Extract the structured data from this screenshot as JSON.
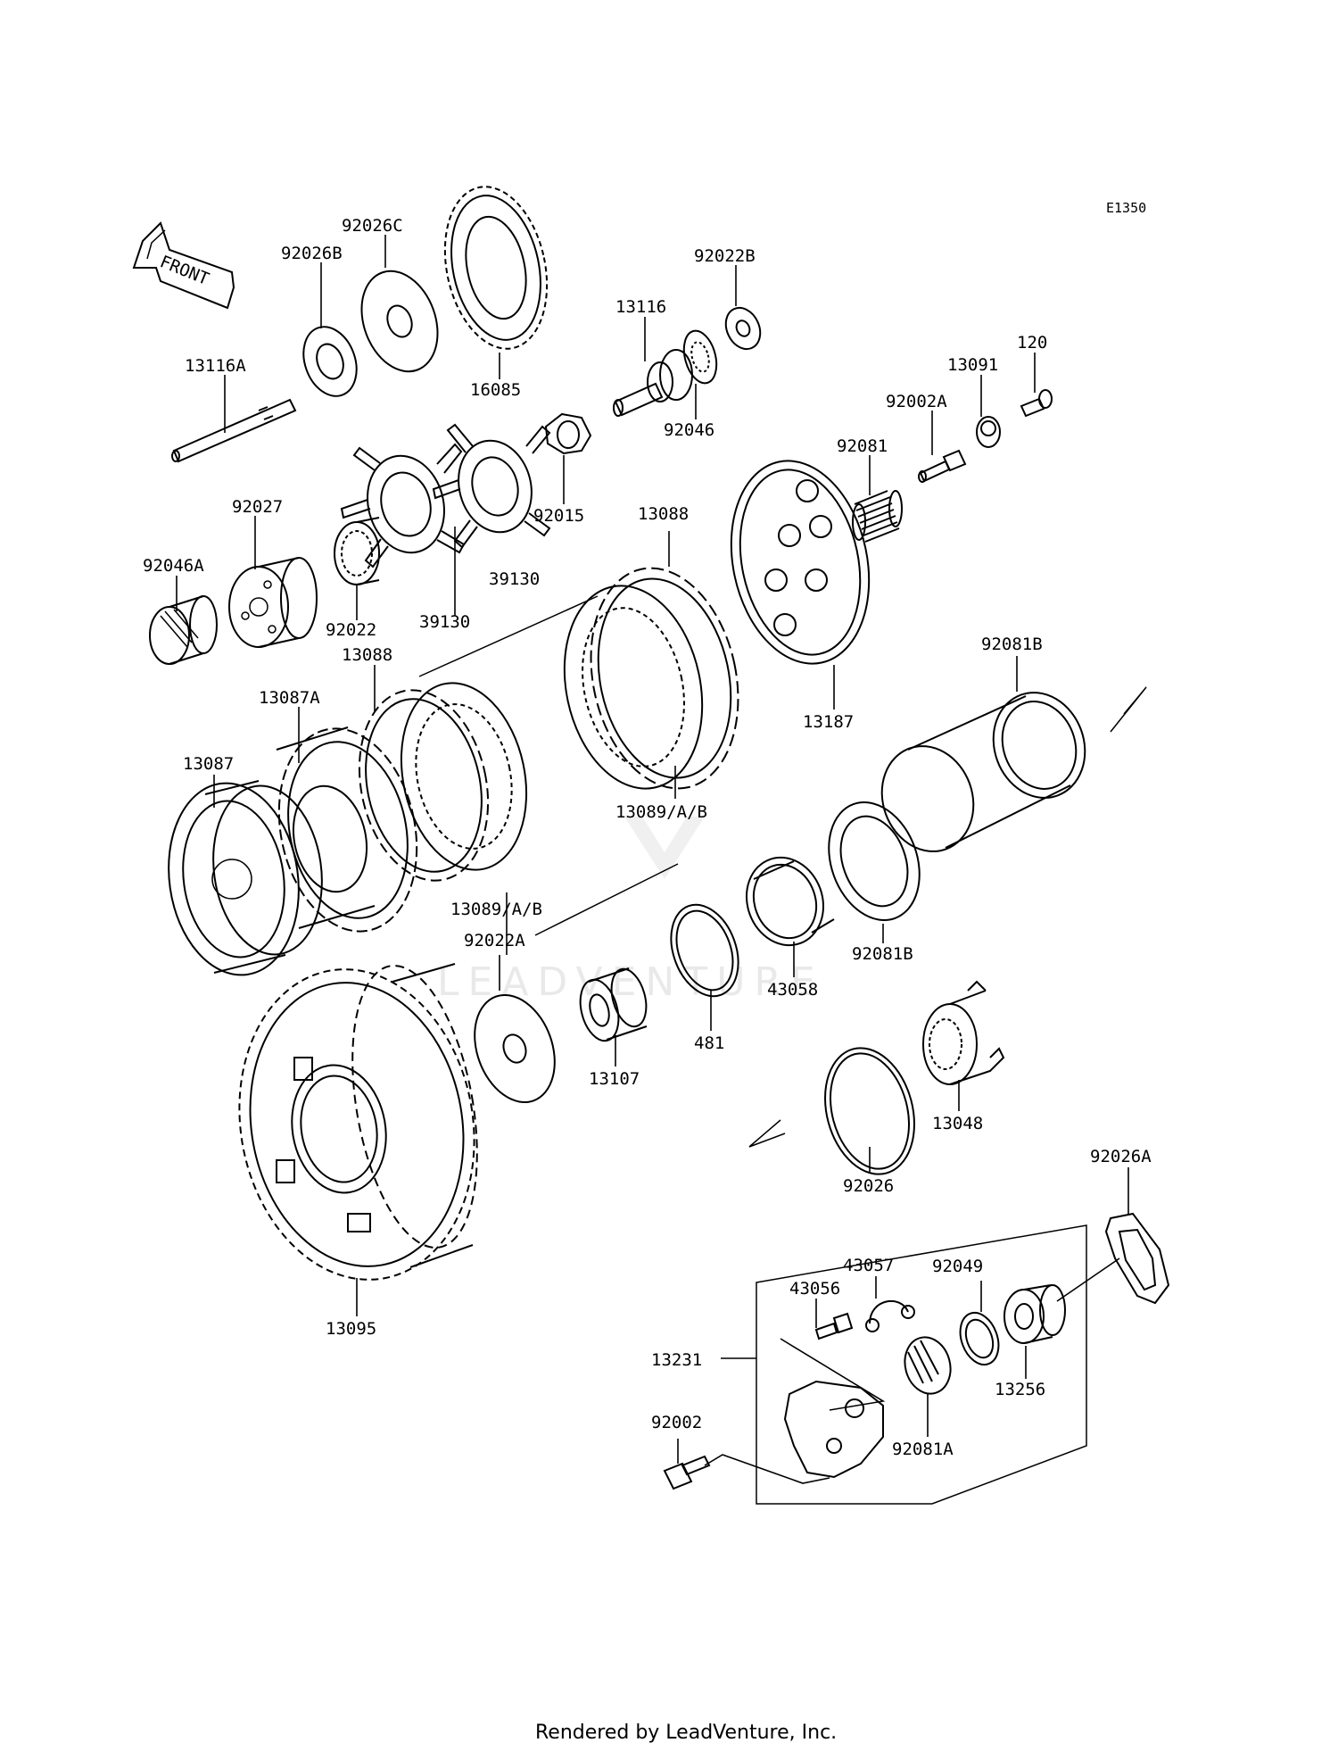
{
  "diagram_code": "E1350",
  "front_label": "FRONT",
  "watermark": "LEADVENTURE",
  "footer": "Rendered by LeadVenture, Inc.",
  "callouts": [
    {
      "id": "92026C",
      "text": "92026C"
    },
    {
      "id": "92026B",
      "text": "92026B"
    },
    {
      "id": "13116A",
      "text": "13116A"
    },
    {
      "id": "16085",
      "text": "16085"
    },
    {
      "id": "92022B",
      "text": "92022B"
    },
    {
      "id": "13116",
      "text": "13116"
    },
    {
      "id": "92046",
      "text": "92046"
    },
    {
      "id": "120",
      "text": "120"
    },
    {
      "id": "13091",
      "text": "13091"
    },
    {
      "id": "92002A",
      "text": "92002A"
    },
    {
      "id": "92081",
      "text": "92081"
    },
    {
      "id": "92015",
      "text": "92015"
    },
    {
      "id": "92027",
      "text": "92027"
    },
    {
      "id": "92046A",
      "text": "92046A"
    },
    {
      "id": "92022",
      "text": "92022"
    },
    {
      "id": "39130a",
      "text": "39130"
    },
    {
      "id": "39130b",
      "text": "39130"
    },
    {
      "id": "13088a",
      "text": "13088"
    },
    {
      "id": "13088b",
      "text": "13088"
    },
    {
      "id": "13187",
      "text": "13187"
    },
    {
      "id": "92081B-top",
      "text": "92081B"
    },
    {
      "id": "13087A",
      "text": "13087A"
    },
    {
      "id": "13087",
      "text": "13087"
    },
    {
      "id": "13089-a",
      "text": "13089/A/B"
    },
    {
      "id": "13089-b",
      "text": "13089/A/B"
    },
    {
      "id": "92022A",
      "text": "92022A"
    },
    {
      "id": "92081B-bot",
      "text": "92081B"
    },
    {
      "id": "43058",
      "text": "43058"
    },
    {
      "id": "481",
      "text": "481"
    },
    {
      "id": "13107",
      "text": "13107"
    },
    {
      "id": "13048",
      "text": "13048"
    },
    {
      "id": "92026",
      "text": "92026"
    },
    {
      "id": "92026A",
      "text": "92026A"
    },
    {
      "id": "13095",
      "text": "13095"
    },
    {
      "id": "43057",
      "text": "43057"
    },
    {
      "id": "43056",
      "text": "43056"
    },
    {
      "id": "92049",
      "text": "92049"
    },
    {
      "id": "13231",
      "text": "13231"
    },
    {
      "id": "13256",
      "text": "13256"
    },
    {
      "id": "92002",
      "text": "92002"
    },
    {
      "id": "92081A",
      "text": "92081A"
    }
  ]
}
